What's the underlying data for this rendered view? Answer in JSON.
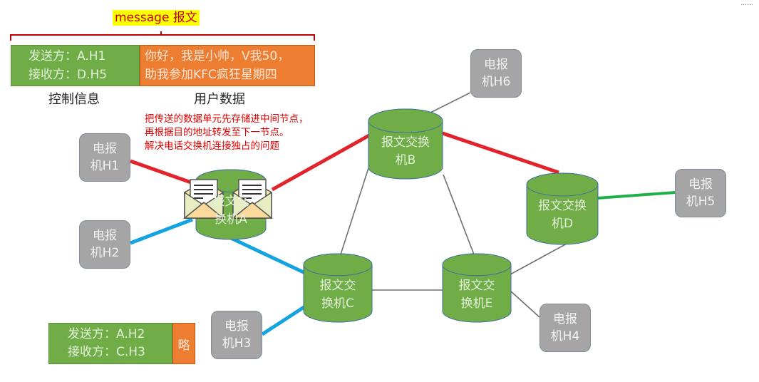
{
  "message": {
    "title": "message 报文",
    "control": {
      "lines": [
        "发送方：A.H1",
        "接收方：D.H5"
      ],
      "label": "控制信息"
    },
    "user_data": {
      "lines": [
        "你好，我是小帅，V我50，",
        "助我参加KFC疯狂星期四"
      ],
      "label": "用户数据"
    }
  },
  "note": {
    "lines": [
      "把传送的数据单元先存储进中间节点，",
      "再根据目的地址转发至下一节点。",
      "解决电话交换机连接独占的问题"
    ]
  },
  "message2": {
    "control_lines": [
      "发送方：A.H2",
      "接收方：C.H3"
    ],
    "user_data": "略"
  },
  "hosts": [
    {
      "id": "H1",
      "lines": [
        "电报",
        "机H1"
      ]
    },
    {
      "id": "H2",
      "lines": [
        "电报",
        "机H2"
      ]
    },
    {
      "id": "H3",
      "lines": [
        "电报",
        "机H3"
      ]
    },
    {
      "id": "H4",
      "lines": [
        "电报",
        "机H4"
      ]
    },
    {
      "id": "H5",
      "lines": [
        "电报",
        "机H5"
      ]
    },
    {
      "id": "H6",
      "lines": [
        "电报",
        "机H6"
      ]
    }
  ],
  "switches": [
    {
      "id": "A",
      "lines": [
        "报文交",
        "换机A"
      ]
    },
    {
      "id": "B",
      "lines": [
        "报文交换",
        "机B"
      ]
    },
    {
      "id": "C",
      "lines": [
        "报文交",
        "换机C"
      ]
    },
    {
      "id": "D",
      "lines": [
        "报文交换",
        "机D"
      ]
    },
    {
      "id": "E",
      "lines": [
        "报文交",
        "换机E"
      ]
    }
  ],
  "links": [
    {
      "from": "H1",
      "to": "A",
      "style": "red"
    },
    {
      "from": "A",
      "to": "B",
      "style": "red"
    },
    {
      "from": "B",
      "to": "D",
      "style": "red"
    },
    {
      "from": "D",
      "to": "H5",
      "style": "green"
    },
    {
      "from": "H2",
      "to": "A",
      "style": "blue"
    },
    {
      "from": "A",
      "to": "C",
      "style": "blue"
    },
    {
      "from": "C",
      "to": "H3",
      "style": "blue"
    },
    {
      "from": "B",
      "to": "H6",
      "style": "gray"
    },
    {
      "from": "B",
      "to": "C",
      "style": "gray"
    },
    {
      "from": "B",
      "to": "E",
      "style": "gray"
    },
    {
      "from": "C",
      "to": "E",
      "style": "gray"
    },
    {
      "from": "E",
      "to": "D",
      "style": "gray"
    },
    {
      "from": "E",
      "to": "H4",
      "style": "gray"
    }
  ],
  "colors": {
    "red": "#e3232c",
    "blue": "#12a3e0",
    "green": "#1fb04a",
    "gray": "#6e6e6e",
    "switch_fill": "#70ad47",
    "host_fill": "#a5a5a5"
  },
  "corner_text": "……"
}
